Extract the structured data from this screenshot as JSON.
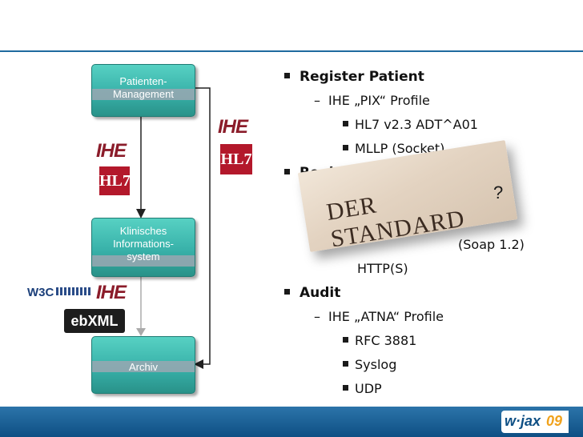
{
  "diagram": {
    "box_patient": "Patienten-\nManagement",
    "box_kis_line1": "Klinisches",
    "box_kis_line2": "Informations-",
    "box_kis_line3": "system",
    "box_archiv": "Archiv",
    "logos": {
      "ihe": "IHE",
      "hl7": "HL7",
      "w3c": "W3C",
      "ebxml": "ebXML"
    }
  },
  "list": {
    "item1": "Register Patient",
    "item1_sub": "IHE „PIX“ Profile",
    "item1_sub_b1": "HL7 v2.3 ADT^A01",
    "item1_sub_b2": "MLLP (Socket)",
    "item2_partial": "Register Doc",
    "item2_sub_b1_partial": "(Soap 1.2)",
    "item2_sub_b2_partial": "HTTP(S)",
    "item3": "Audit",
    "item3_sub": "IHE „ATNA“ Profile",
    "item3_sub_b1": "RFC 3881",
    "item3_sub_b2": "Syslog",
    "item3_sub_b3": "UDP"
  },
  "newspaper": {
    "masthead": "DER STANDARD",
    "mark": "?"
  },
  "footer": {
    "brand_w": "w·jax",
    "brand_n": "09"
  },
  "colors": {
    "rule": "#1f6a9e",
    "box": "#38b1a9",
    "footer": "#0e4f84",
    "accent": "#f0a21c"
  }
}
